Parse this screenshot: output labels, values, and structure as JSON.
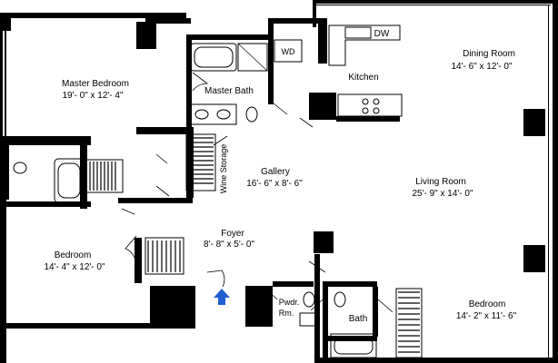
{
  "rooms": {
    "master_bedroom": {
      "name": "Master Bedroom",
      "dims": "19'- 0\" x 12'- 4\""
    },
    "master_bath": {
      "name": "Master Bath"
    },
    "kitchen": {
      "name": "Kitchen"
    },
    "dining_room": {
      "name": "Dining Room",
      "dims": "14'- 6\" x 12'- 0\""
    },
    "gallery": {
      "name": "Gallery",
      "dims": "16'- 6\" x 8'- 6\""
    },
    "wine_storage": {
      "name": "Wine Storage"
    },
    "living_room": {
      "name": "Living Room",
      "dims": "25'- 9\" x 14'- 0\""
    },
    "foyer": {
      "name": "Foyer",
      "dims": "8'- 8\" x 5'- 0\""
    },
    "bedroom_left": {
      "name": "Bedroom",
      "dims": "14'- 4\" x 12'- 0\""
    },
    "bedroom_right": {
      "name": "Bedroom",
      "dims": "14'- 2\" x 11'- 6\""
    },
    "powder_room": {
      "name_line1": "Pwdr.",
      "name_line2": "Rm."
    },
    "bath": {
      "name": "Bath"
    }
  },
  "fixtures": {
    "wd_label": "WD",
    "dw_label": "DW"
  },
  "icons": {
    "entry": "entry-arrow-icon"
  },
  "colors": {
    "wall": "#000000",
    "entry_arrow": "#1f5fd1",
    "background": "#ffffff"
  }
}
